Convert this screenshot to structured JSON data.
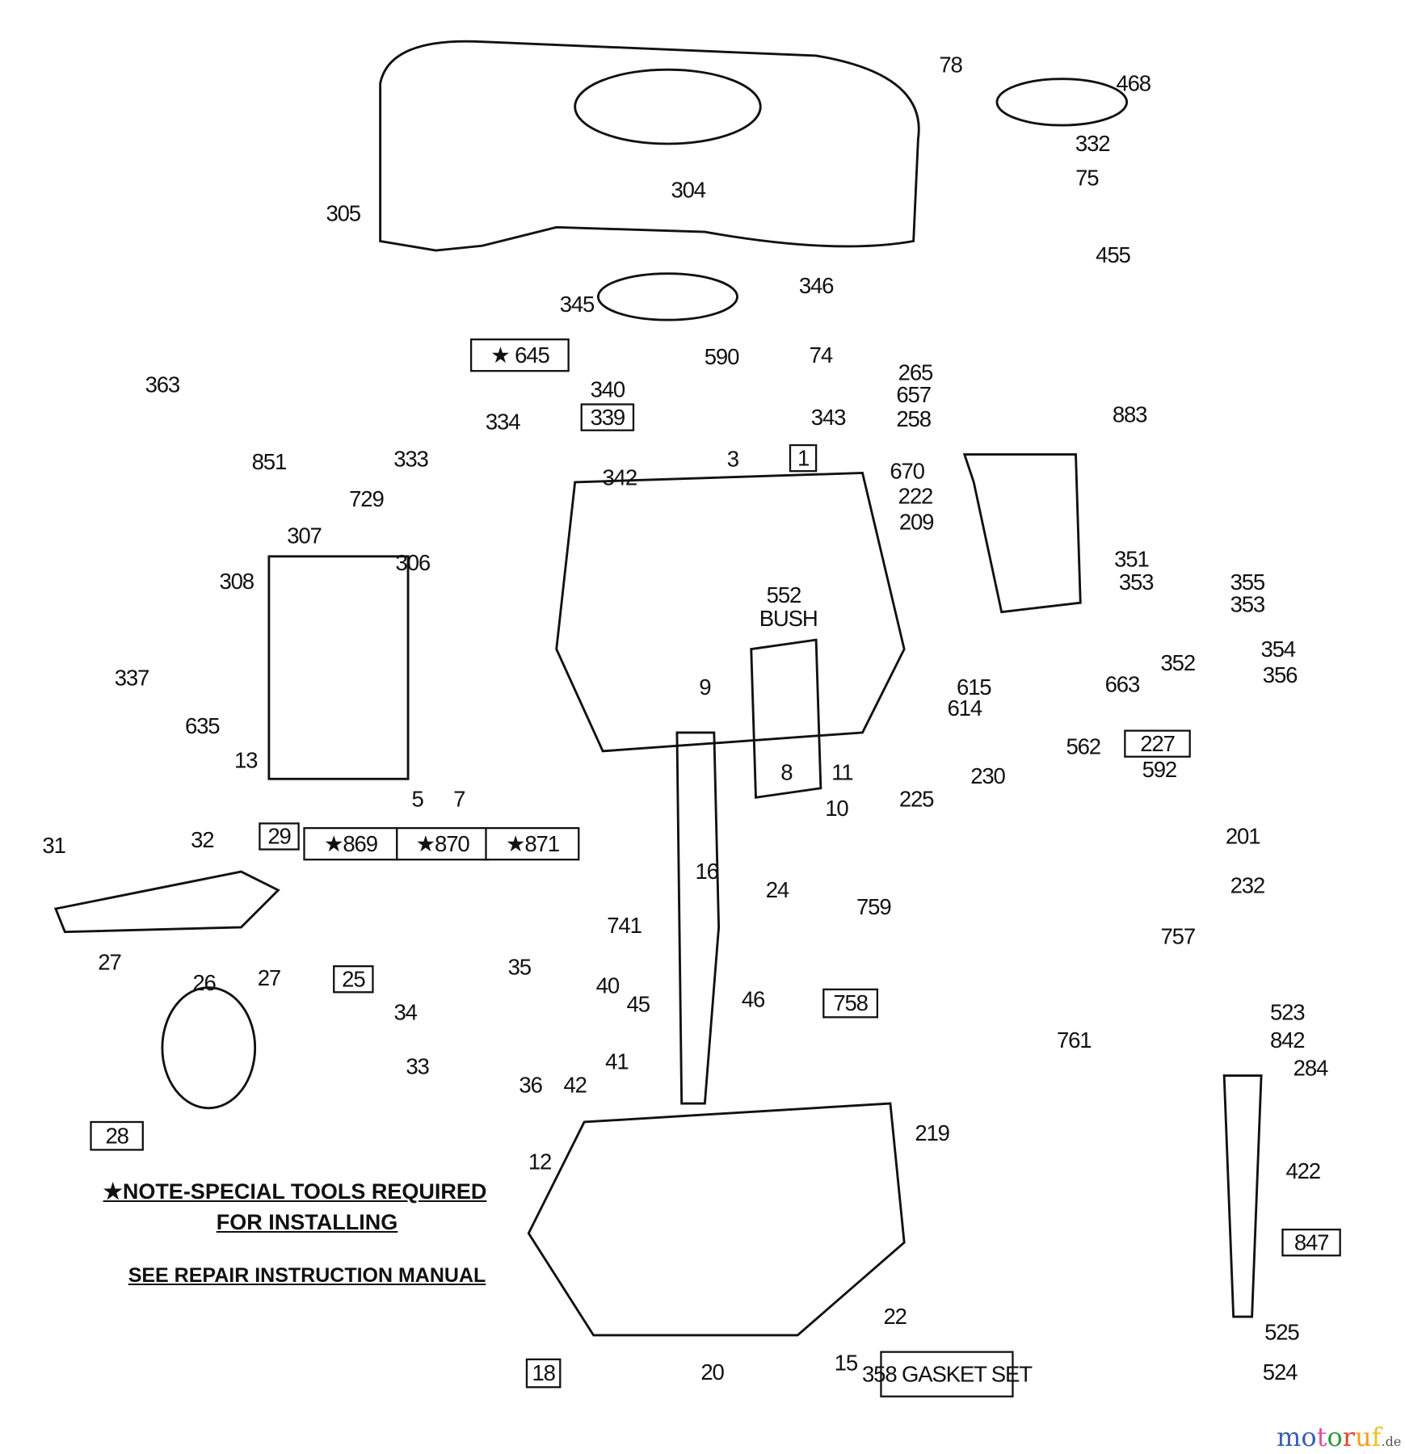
{
  "diagram": {
    "part_labels": [
      "78",
      "468",
      "332",
      "75",
      "455",
      "304",
      "305",
      "345",
      "346",
      "363",
      "590",
      "74",
      "340",
      "343",
      "265",
      "657",
      "258",
      "883",
      "334",
      "851",
      "333",
      "342",
      "3",
      "670",
      "222",
      "209",
      "729",
      "307",
      "306",
      "308",
      "552",
      "BUSH",
      "351",
      "353",
      "355",
      "353",
      "354",
      "352",
      "663",
      "356",
      "337",
      "9",
      "635",
      "615",
      "614",
      "13",
      "8",
      "11",
      "562",
      "592",
      "230",
      "225",
      "10",
      "5",
      "7",
      "31",
      "32",
      "201",
      "16",
      "24",
      "232",
      "759",
      "757",
      "741",
      "27",
      "26",
      "27",
      "35",
      "40",
      "45",
      "46",
      "34",
      "761",
      "523",
      "842",
      "284",
      "33",
      "36",
      "42",
      "41",
      "219",
      "422",
      "12",
      "22",
      "525",
      "524",
      "20",
      "15"
    ],
    "boxed_labels": [
      "★ 645",
      "339",
      "1",
      "227",
      "★869",
      "★870",
      "★871",
      "29",
      "25",
      "28",
      "758",
      "847",
      "18",
      "358 GASKET SET"
    ],
    "notes": {
      "line1": "★NOTE-SPECIAL TOOLS REQUIRED",
      "line2": "FOR INSTALLING",
      "line3": "SEE REPAIR INSTRUCTION MANUAL"
    }
  },
  "watermark": {
    "text": [
      "m",
      "o",
      "t",
      "o",
      "r",
      "u",
      "f"
    ],
    "suffix": ".de",
    "colors": [
      "#3b5fae",
      "#3b5fae",
      "#e0529c",
      "#2e9a3c",
      "#e0452f",
      "#f0a020",
      "#f0c020"
    ]
  }
}
